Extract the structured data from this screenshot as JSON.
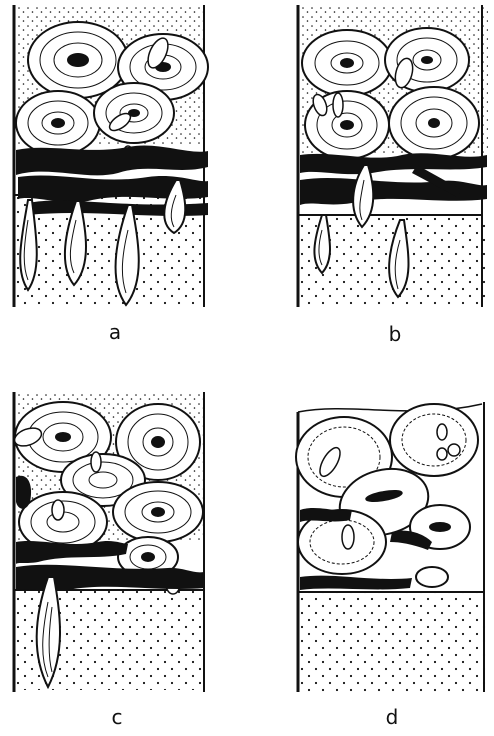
{
  "labels": {
    "a": "a",
    "b": "b",
    "c": "c",
    "d": "d"
  },
  "colors": {
    "ink": "#111111",
    "paper": "#ffffff"
  }
}
